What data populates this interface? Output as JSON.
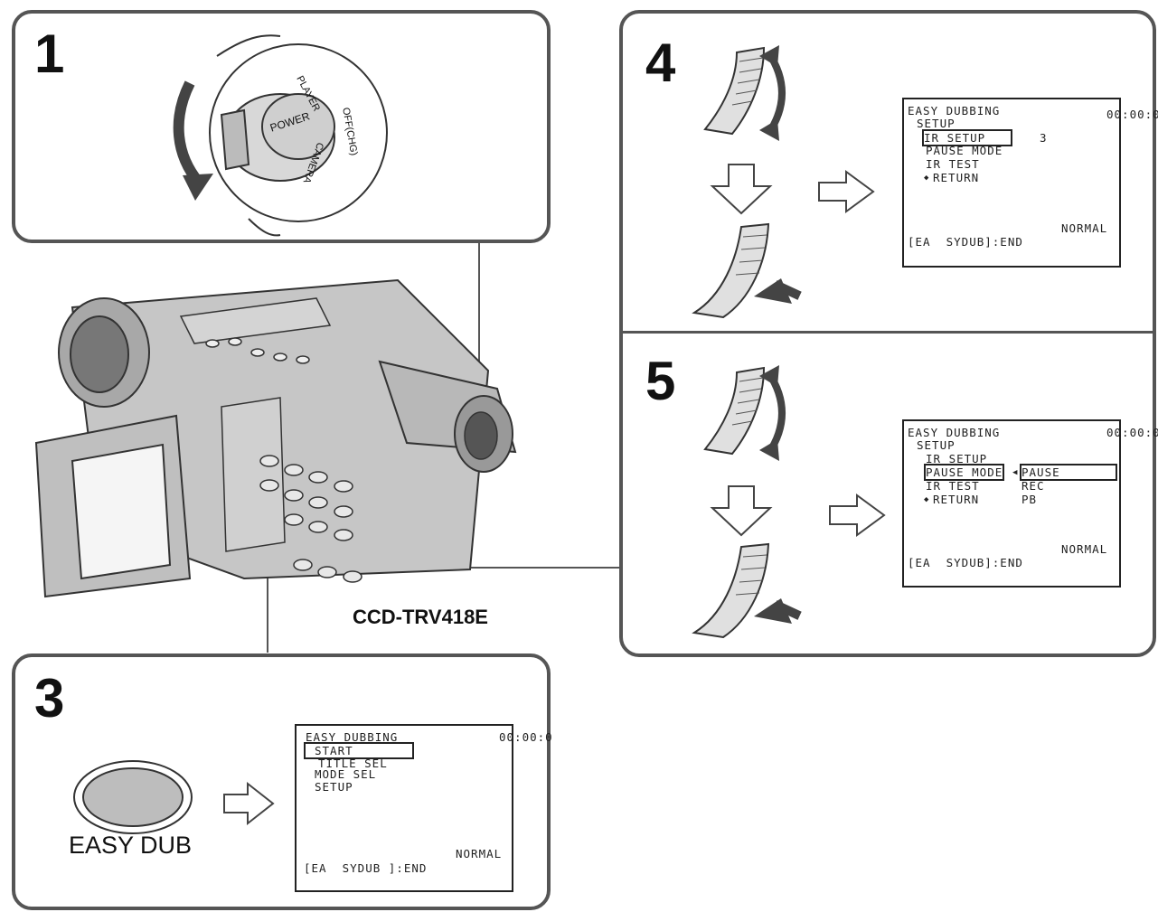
{
  "steps": {
    "step1": "1",
    "step3": "3",
    "step4": "4",
    "step5": "5"
  },
  "switch_labels": {
    "power": "POWER",
    "player": "PLAYER",
    "off": "OFF(CHG)",
    "camera": "CAMERA"
  },
  "camera_model": "CCD-TRV418E",
  "easy_dub_caption": "EASY DUB",
  "screen3": {
    "title": "EASY DUBBING",
    "counter": "00:00:0",
    "items": [
      "START",
      "TITLE SEL",
      "MODE SEL",
      "SETUP"
    ],
    "status": "NORMAL",
    "footer": "[EA  SYDUB ]:END"
  },
  "screen4": {
    "title": "EASY DUBBING",
    "counter": "00:00:0",
    "section": "SETUP",
    "items": [
      "IR SETUP",
      "PAUSE MODE",
      "IR TEST",
      "RETURN"
    ],
    "value": "3",
    "status": "NORMAL",
    "footer": "[EA  SYDUB]:END"
  },
  "screen5": {
    "title": "EASY DUBBING",
    "counter": "00:00:0",
    "section": "SETUP",
    "items": [
      "IR SETUP",
      "PAUSE MODE",
      "IR TEST",
      "RETURN"
    ],
    "options": [
      "PAUSE",
      "REC",
      "PB"
    ],
    "status": "NORMAL",
    "footer": "[EA  SYDUB]:END"
  }
}
